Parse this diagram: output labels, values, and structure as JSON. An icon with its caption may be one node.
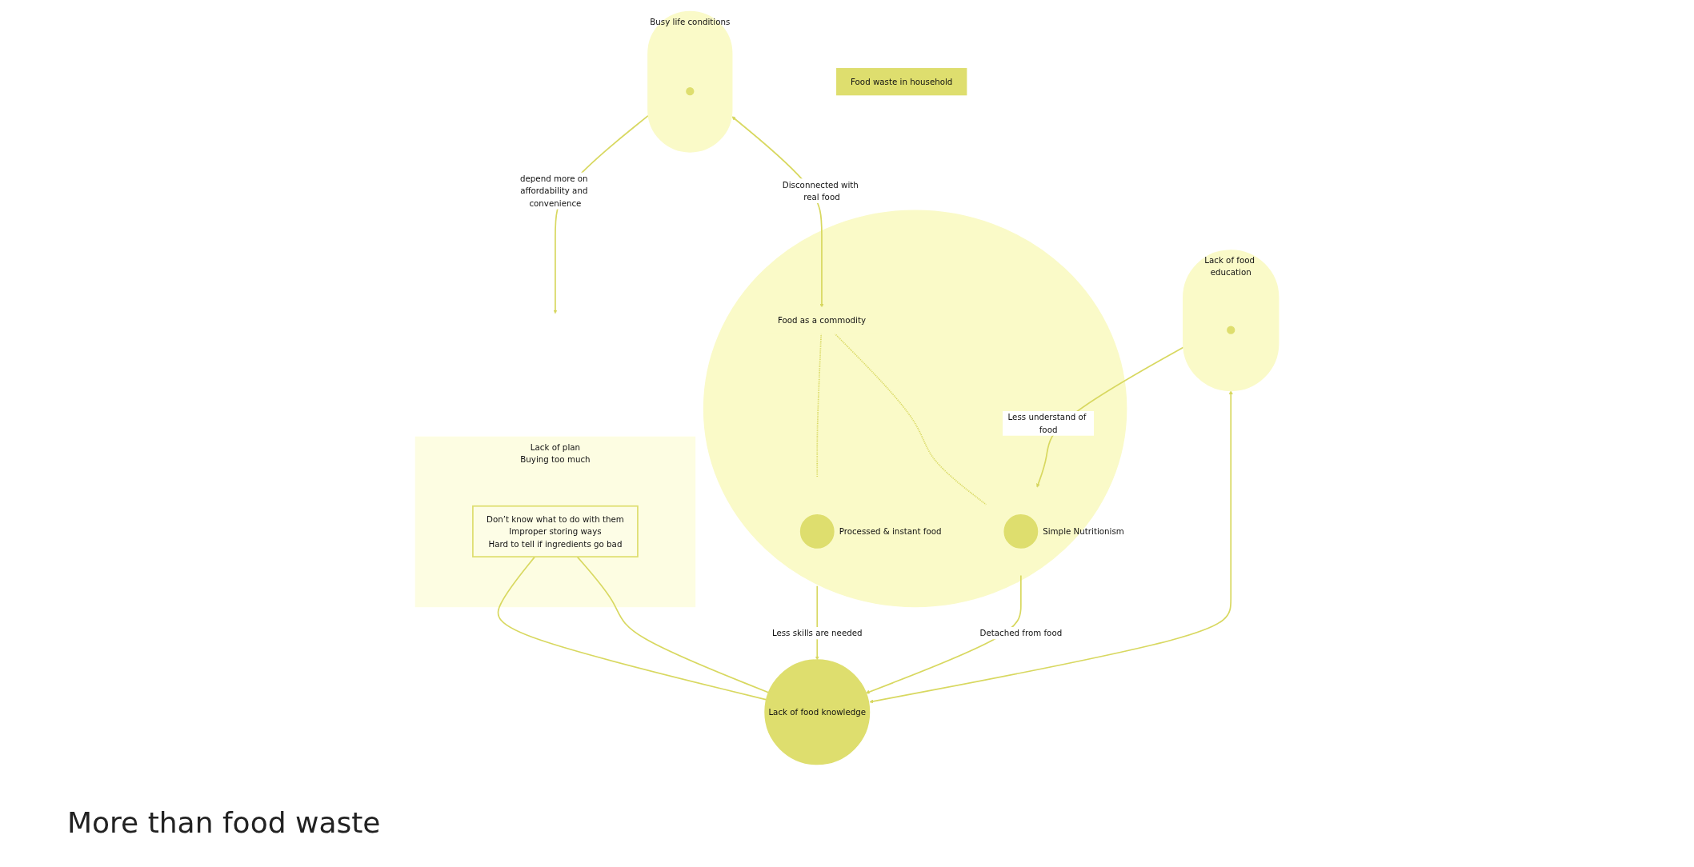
{
  "diagram": {
    "title": "More than food waste",
    "nodes": [
      {
        "text": [
          "Food waste in household"
        ]
      },
      {
        "text": [
          "Lack of plan",
          "Buying too much"
        ]
      },
      {
        "text": [
          "Don’t know what to do with them",
          "Improper storing ways",
          "Hard to tell if ingredients go bad"
        ],
        "in": 1
      },
      {
        "text": [
          "Lack of food knowledge"
        ]
      },
      {
        "text": [
          "Busy life conditions"
        ]
      },
      {
        "text": [],
        "shape": "circle",
        "in": 4
      },
      {
        "text": [],
        "shape": "circle"
      },
      {
        "text": [
          "Food as a commodity"
        ],
        "in": 6
      },
      {
        "text": [],
        "shape": "circle",
        "in": 6,
        "beside": [
          "Processed & instant food"
        ]
      },
      {
        "text": [],
        "shape": "circle",
        "in": 6,
        "beside": [
          "Simple Nutritionism"
        ]
      },
      {
        "text": [
          "Lack of food education"
        ]
      },
      {
        "text": [],
        "shape": "circle",
        "in": 10
      }
    ],
    "edges": [
      {
        "from": 2,
        "to": 3,
        "arrow": "none"
      },
      {
        "from": 2,
        "to": 3,
        "arrow": "none"
      },
      {
        "from": 4,
        "to": null,
        "label": "depend more on affordability and convenience",
        "arrow": "to"
      },
      {
        "from": 4,
        "to": 7,
        "label": "Disconnected with real food",
        "arrow": "both"
      },
      {
        "from": 8,
        "to": 3,
        "label": "Less skills are needed",
        "arrow": "to"
      },
      {
        "from": 9,
        "to": 3,
        "label": "Detached from food",
        "arrow": "to"
      },
      {
        "from": 7,
        "to": 8,
        "arrow": "none",
        "style": "dashed"
      },
      {
        "from": 7,
        "to": 9,
        "arrow": "none",
        "style": "dashed"
      },
      {
        "from": 3,
        "to": 10,
        "arrow": "both"
      },
      {
        "from": 10,
        "to": 9,
        "label": "Less understand of food",
        "arrow": "to"
      }
    ]
  }
}
